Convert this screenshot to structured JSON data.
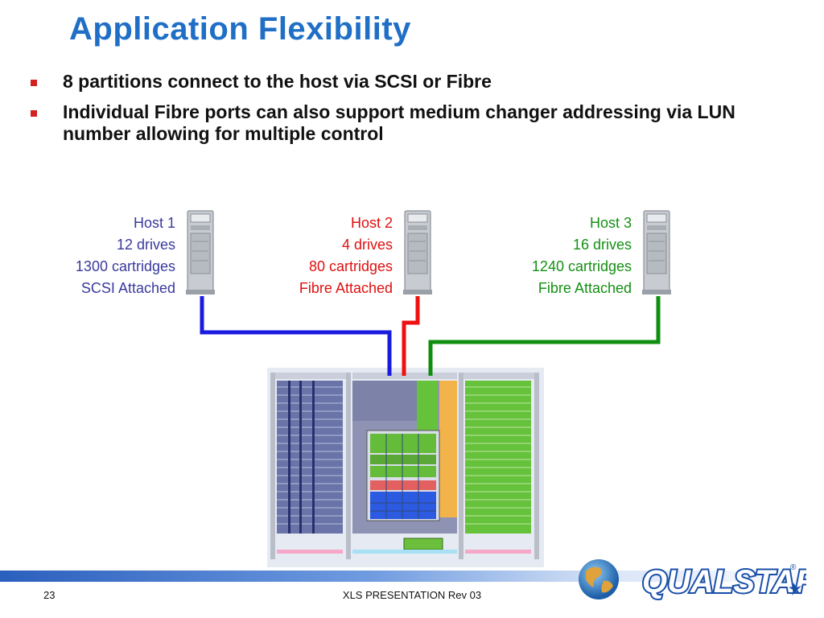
{
  "slide": {
    "title": "Application Flexibility",
    "bullets": [
      "8 partitions connect to the host via SCSI or Fibre",
      "Individual Fibre ports can also support medium changer addressing via LUN number allowing for multiple control"
    ],
    "footer_text": "XLS PRESENTATION Rev 03",
    "page_number": "23"
  },
  "hosts": [
    {
      "name": "Host 1",
      "drives": "12 drives",
      "cartridges": "1300 cartridges",
      "attach": "SCSI Attached",
      "color": "#3a3a9e",
      "cable_color": "#1a1ae0"
    },
    {
      "name": "Host 2",
      "drives": "4 drives",
      "cartridges": "80 cartridges",
      "attach": "Fibre Attached",
      "color": "#e01010",
      "cable_color": "#ee1111"
    },
    {
      "name": "Host 3",
      "drives": "16 drives",
      "cartridges": "1240 cartridges",
      "attach": "Fibre Attached",
      "color": "#139013",
      "cable_color": "#0f8f0f"
    }
  ],
  "logo": {
    "text": "QUALSTAR",
    "registered": "®",
    "color": "#1a4fa8"
  },
  "icons": [
    "server-icon",
    "globe-icon",
    "tape-library-image"
  ]
}
